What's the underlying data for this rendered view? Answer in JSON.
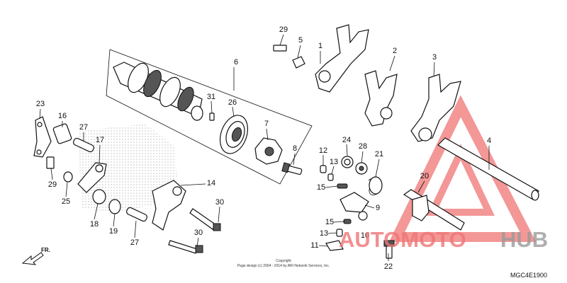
{
  "diagram": {
    "part_numbers": [
      "1",
      "2",
      "3",
      "4",
      "5",
      "6",
      "7",
      "8",
      "9",
      "10",
      "11",
      "12",
      "13",
      "13",
      "14",
      "15",
      "15",
      "16",
      "17",
      "18",
      "19",
      "20",
      "21",
      "22",
      "23",
      "24",
      "25",
      "26",
      "27",
      "27",
      "28",
      "29",
      "29",
      "30",
      "30",
      "31"
    ],
    "copyright_line1": "Copyright",
    "copyright_line2": "Page design (c) 2004 - 2014 by ARI Network Services, Inc.",
    "figure_code": "MGC4E1900",
    "front_arrow_label": "FR.",
    "watermark": {
      "text_part1": "AUTOMOTO",
      "text_part2": "HUB",
      "color_primary": "#f07575",
      "color_secondary": "#9a9a9a"
    }
  }
}
